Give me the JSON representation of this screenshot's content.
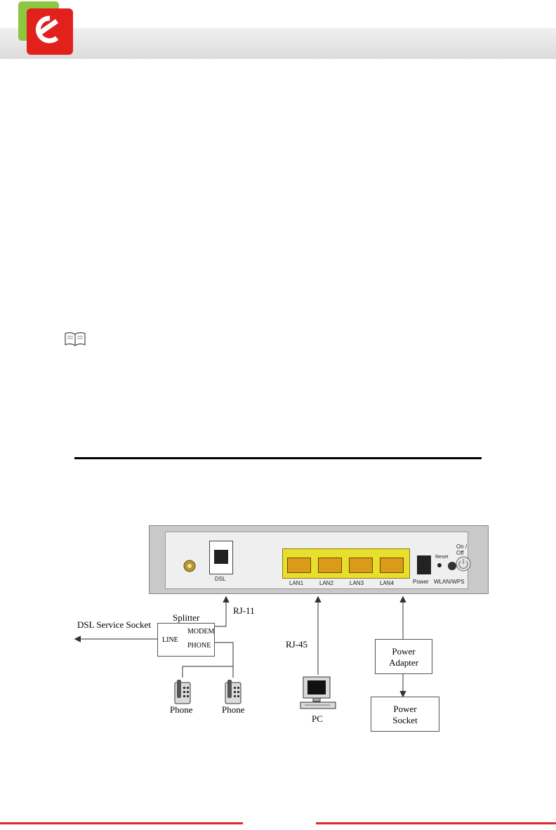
{
  "diagram": {
    "device": {
      "ports": {
        "dsl": "DSL",
        "lan1": "LAN1",
        "lan2": "LAN2",
        "lan3": "LAN3",
        "lan4": "LAN4",
        "power": "Power",
        "reset": "Reset",
        "wlan_wps": "WLAN/WPS",
        "on_off": "On / Off"
      }
    },
    "labels": {
      "rj11": "RJ-11",
      "rj45": "RJ-45",
      "splitter": "Splitter",
      "dsl_service_socket": "DSL Service Socket",
      "line": "LINE",
      "modem": "MODEM",
      "phone_port": "PHONE",
      "phone1": "Phone",
      "phone2": "Phone",
      "pc": "PC",
      "power_adapter_line1": "Power",
      "power_adapter_line2": "Adapter",
      "power_socket_line1": "Power",
      "power_socket_line2": "Socket"
    }
  }
}
